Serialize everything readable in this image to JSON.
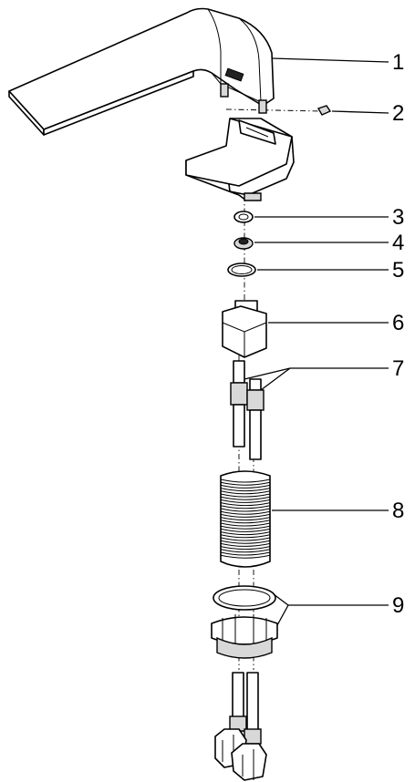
{
  "callouts": [
    {
      "number": "1",
      "part": "spout"
    },
    {
      "number": "2",
      "part": "set-screw"
    },
    {
      "number": "3",
      "part": "retaining-clip"
    },
    {
      "number": "4",
      "part": "nut"
    },
    {
      "number": "5",
      "part": "o-ring"
    },
    {
      "number": "6",
      "part": "connector-block"
    },
    {
      "number": "7",
      "part": "hose-connectors"
    },
    {
      "number": "8",
      "part": "threaded-shank"
    },
    {
      "number": "9",
      "part": "mounting-nut-and-washer"
    }
  ]
}
